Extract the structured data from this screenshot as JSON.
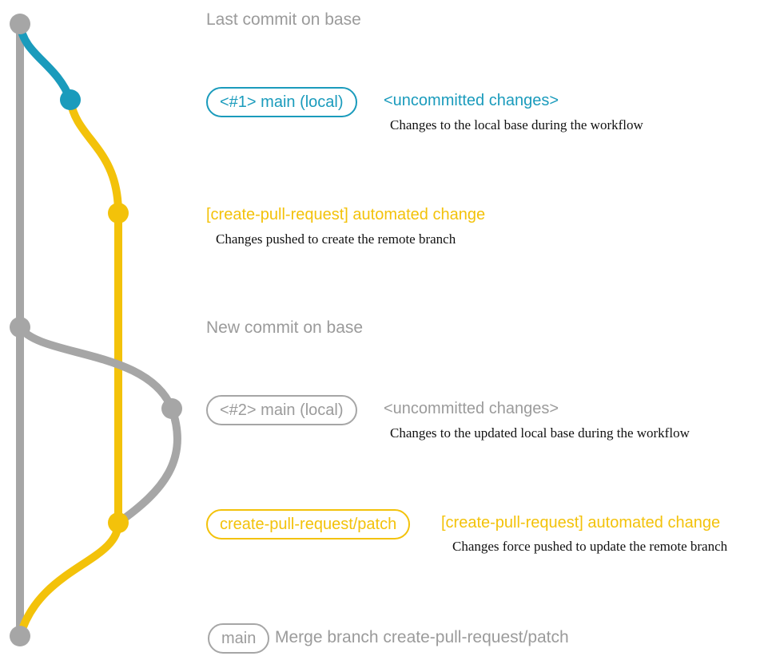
{
  "colors": {
    "gray": "#a6a6a6",
    "graytext": "#9b9b9b",
    "teal": "#1a9bbc",
    "yellow": "#f3c20a",
    "ink": "#111111",
    "bg": "#ffffff"
  },
  "graph": {
    "branches": [
      "base (main)",
      "local main",
      "create-pull-request/patch"
    ],
    "commits": [
      {
        "id": "c1",
        "branch": "base",
        "color": "gray"
      },
      {
        "id": "c2",
        "branch": "local-main-1",
        "color": "teal"
      },
      {
        "id": "c3",
        "branch": "patch-1",
        "color": "yellow"
      },
      {
        "id": "c4",
        "branch": "base",
        "color": "gray"
      },
      {
        "id": "c5",
        "branch": "local-main-2",
        "color": "gray"
      },
      {
        "id": "c6",
        "branch": "patch-2",
        "color": "yellow"
      },
      {
        "id": "c7",
        "branch": "base-merge",
        "color": "gray"
      }
    ]
  },
  "labels": {
    "last_commit": "Last commit on base",
    "badge1": "<#1> main (local)",
    "uncommitted1": "<uncommitted changes>",
    "note1": "Changes to the local base during the workflow",
    "automated1": "[create-pull-request] automated change",
    "note2": "Changes pushed to create the remote branch",
    "new_commit": "New commit on base",
    "badge2": "<#2> main (local)",
    "uncommitted2": "<uncommitted changes>",
    "note3": "Changes to the updated local base during the workflow",
    "badge3": "create-pull-request/patch",
    "automated2": "[create-pull-request] automated change",
    "note4": "Changes force pushed to update the remote branch",
    "badge4": "main",
    "merge_text": "Merge branch create-pull-request/patch"
  }
}
